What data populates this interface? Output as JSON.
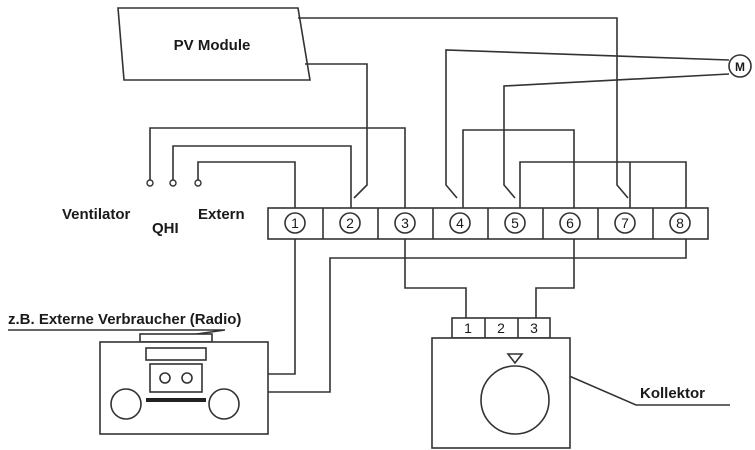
{
  "labels": {
    "pv_module": "PV Module",
    "ventilator": "Ventilator",
    "qhi": "QHI",
    "extern": "Extern",
    "radio": "z.B. Externe Verbraucher (Radio)",
    "kollektor": "Kollektor",
    "motor": "M"
  },
  "terminals": [
    "1",
    "2",
    "3",
    "4",
    "5",
    "6",
    "7",
    "8"
  ],
  "collector_terminals": [
    "1",
    "2",
    "3"
  ]
}
